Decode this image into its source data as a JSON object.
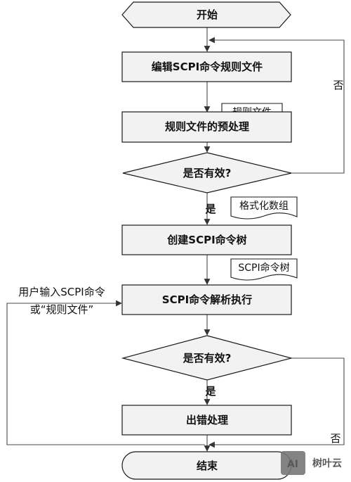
{
  "colors": {
    "node_fill": "#f2f2f2",
    "stroke": "#1b1b1b",
    "text": "#111111",
    "watermark": "#5a5a5a"
  },
  "nodes": {
    "start": "开始",
    "edit_rules": "编辑SCPI命令规则文件",
    "preprocess": "规则文件的预处理",
    "check_valid_1": "是否有效?",
    "create_tree": "创建SCPI命令树",
    "parse_execute": "SCPI命令解析执行",
    "check_valid_2": "是否有效?",
    "error_handling": "出错处理",
    "end": "结束"
  },
  "documents": {
    "rule_file": "规则文件",
    "format_array": "格式化数组",
    "command_tree": "SCPI命令树"
  },
  "branches": {
    "no_1": "否",
    "yes_1": "是",
    "yes_2": "是",
    "no_2": "否"
  },
  "side_input": {
    "line1": "用户输入SCPI命令",
    "line2": "或“规则文件”"
  },
  "watermark": {
    "logo": "AI",
    "text": "树叶云"
  }
}
